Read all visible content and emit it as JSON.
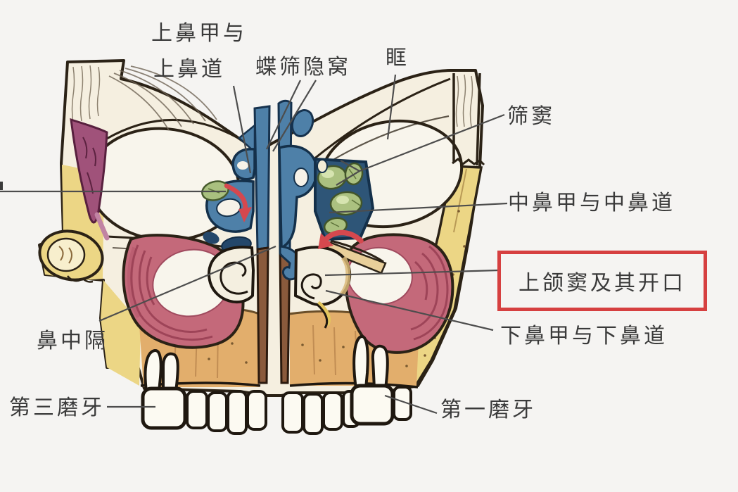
{
  "figure_type": "coronal-section-nasal-cavity-anatomy-diagram",
  "labels": {
    "superior_concha_meatus_line1": "上鼻甲与",
    "superior_concha_meatus_line2": "上鼻道",
    "sphenoethmoidal_recess": "蝶筛隐窝",
    "orbit": "眶",
    "ethmoid_sinus": "筛窦",
    "middle_concha_meatus": "中鼻甲与中鼻道",
    "maxillary_sinus_opening": "上颌窦及其开口",
    "inferior_concha_meatus": "下鼻甲与下鼻道",
    "nasal_septum": "鼻中隔",
    "third_molar": "第三磨牙",
    "first_molar": "第一磨牙"
  },
  "highlight": {
    "boxed_label": "上颌窦及其开口",
    "box_color": "#d64040"
  },
  "colors": {
    "background": "#f5f4f2",
    "text": "#3a3a3a",
    "leader_line": "#4d4d4d",
    "bone_outline": "#2b2216",
    "bone_yellow": "#ecd685",
    "bone_cream": "#f5efe0",
    "sinus_pink": "#c4697a",
    "turbinate_blue": "#4e80a8",
    "ethmoid_green": "#abc180",
    "muscle_purple": "#a0527a",
    "septum_brown": "#8a5a3c",
    "airflow_arrow_red": "#d5484e"
  }
}
